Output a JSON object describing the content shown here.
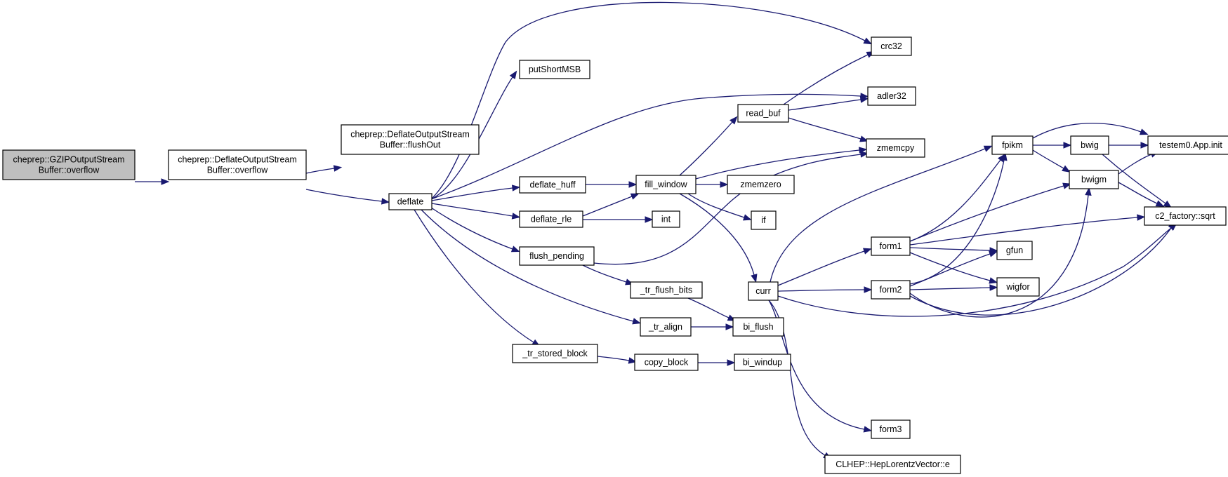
{
  "graph": {
    "root": "root",
    "nodes": [
      {
        "id": "root",
        "lines": [
          "cheprep::GZIPOutputStream",
          "Buffer::overflow"
        ]
      },
      {
        "id": "dosb_overflow",
        "lines": [
          "cheprep::DeflateOutputStream",
          "Buffer::overflow"
        ]
      },
      {
        "id": "dosb_flushOut",
        "lines": [
          "cheprep::DeflateOutputStream",
          "Buffer::flushOut"
        ]
      },
      {
        "id": "deflate",
        "lines": [
          "deflate"
        ]
      },
      {
        "id": "putShortMSB",
        "lines": [
          "putShortMSB"
        ]
      },
      {
        "id": "deflate_huff",
        "lines": [
          "deflate_huff"
        ]
      },
      {
        "id": "deflate_rle",
        "lines": [
          "deflate_rle"
        ]
      },
      {
        "id": "flush_pending",
        "lines": [
          "flush_pending"
        ]
      },
      {
        "id": "tr_stored_block",
        "lines": [
          "_tr_stored_block"
        ]
      },
      {
        "id": "tr_flush_bits",
        "lines": [
          "_tr_flush_bits"
        ]
      },
      {
        "id": "tr_align",
        "lines": [
          "_tr_align"
        ]
      },
      {
        "id": "copy_block",
        "lines": [
          "copy_block"
        ]
      },
      {
        "id": "read_buf",
        "lines": [
          "read_buf"
        ]
      },
      {
        "id": "fill_window",
        "lines": [
          "fill_window"
        ]
      },
      {
        "id": "int",
        "lines": [
          "int"
        ]
      },
      {
        "id": "bi_flush",
        "lines": [
          "bi_flush"
        ]
      },
      {
        "id": "bi_windup",
        "lines": [
          "bi_windup"
        ]
      },
      {
        "id": "crc32",
        "lines": [
          "crc32"
        ]
      },
      {
        "id": "adler32",
        "lines": [
          "adler32"
        ]
      },
      {
        "id": "zmemcpy",
        "lines": [
          "zmemcpy"
        ]
      },
      {
        "id": "zmemzero",
        "lines": [
          "zmemzero"
        ]
      },
      {
        "id": "if",
        "lines": [
          "if"
        ]
      },
      {
        "id": "curr",
        "lines": [
          "curr"
        ]
      },
      {
        "id": "form1",
        "lines": [
          "form1"
        ]
      },
      {
        "id": "form2",
        "lines": [
          "form2"
        ]
      },
      {
        "id": "form3",
        "lines": [
          "form3"
        ]
      },
      {
        "id": "clhep_e",
        "lines": [
          "CLHEP::HepLorentzVector::e"
        ]
      },
      {
        "id": "fpikm",
        "lines": [
          "fpikm"
        ]
      },
      {
        "id": "gfun",
        "lines": [
          "gfun"
        ]
      },
      {
        "id": "wigfor",
        "lines": [
          "wigfor"
        ]
      },
      {
        "id": "bwig",
        "lines": [
          "bwig"
        ]
      },
      {
        "id": "bwigm",
        "lines": [
          "bwigm"
        ]
      },
      {
        "id": "testem0",
        "lines": [
          "testem0.App.init"
        ]
      },
      {
        "id": "sqrt",
        "lines": [
          "c2_factory::sqrt"
        ]
      }
    ],
    "edges": [
      [
        "root",
        "dosb_overflow"
      ],
      [
        "dosb_overflow",
        "dosb_flushOut"
      ],
      [
        "dosb_overflow",
        "deflate"
      ],
      [
        "deflate",
        "crc32"
      ],
      [
        "deflate",
        "putShortMSB"
      ],
      [
        "deflate",
        "adler32"
      ],
      [
        "deflate",
        "deflate_huff"
      ],
      [
        "deflate",
        "deflate_rle"
      ],
      [
        "deflate",
        "flush_pending"
      ],
      [
        "deflate",
        "tr_align"
      ],
      [
        "deflate",
        "tr_stored_block"
      ],
      [
        "deflate_huff",
        "fill_window"
      ],
      [
        "deflate_rle",
        "fill_window"
      ],
      [
        "deflate_rle",
        "int"
      ],
      [
        "flush_pending",
        "zmemcpy"
      ],
      [
        "flush_pending",
        "tr_flush_bits"
      ],
      [
        "tr_flush_bits",
        "bi_flush"
      ],
      [
        "tr_align",
        "bi_flush"
      ],
      [
        "tr_stored_block",
        "copy_block"
      ],
      [
        "copy_block",
        "bi_windup"
      ],
      [
        "fill_window",
        "read_buf"
      ],
      [
        "fill_window",
        "zmemcpy"
      ],
      [
        "fill_window",
        "zmemzero"
      ],
      [
        "fill_window",
        "if"
      ],
      [
        "fill_window",
        "curr"
      ],
      [
        "read_buf",
        "crc32"
      ],
      [
        "read_buf",
        "adler32"
      ],
      [
        "read_buf",
        "zmemcpy"
      ],
      [
        "curr",
        "fpikm"
      ],
      [
        "curr",
        "form1"
      ],
      [
        "curr",
        "form2"
      ],
      [
        "curr",
        "sqrt"
      ],
      [
        "curr",
        "form3"
      ],
      [
        "curr",
        "clhep_e"
      ],
      [
        "form1",
        "fpikm"
      ],
      [
        "form1",
        "bwigm"
      ],
      [
        "form1",
        "sqrt"
      ],
      [
        "form1",
        "gfun"
      ],
      [
        "form1",
        "wigfor"
      ],
      [
        "form2",
        "fpikm"
      ],
      [
        "form2",
        "gfun"
      ],
      [
        "form2",
        "wigfor"
      ],
      [
        "form2",
        "bwigm"
      ],
      [
        "form2",
        "sqrt"
      ],
      [
        "fpikm",
        "bwig"
      ],
      [
        "fpikm",
        "testem0"
      ],
      [
        "fpikm",
        "bwigm"
      ],
      [
        "bwig",
        "testem0"
      ],
      [
        "bwig",
        "sqrt"
      ],
      [
        "bwigm",
        "testem0"
      ],
      [
        "bwigm",
        "sqrt"
      ]
    ]
  }
}
